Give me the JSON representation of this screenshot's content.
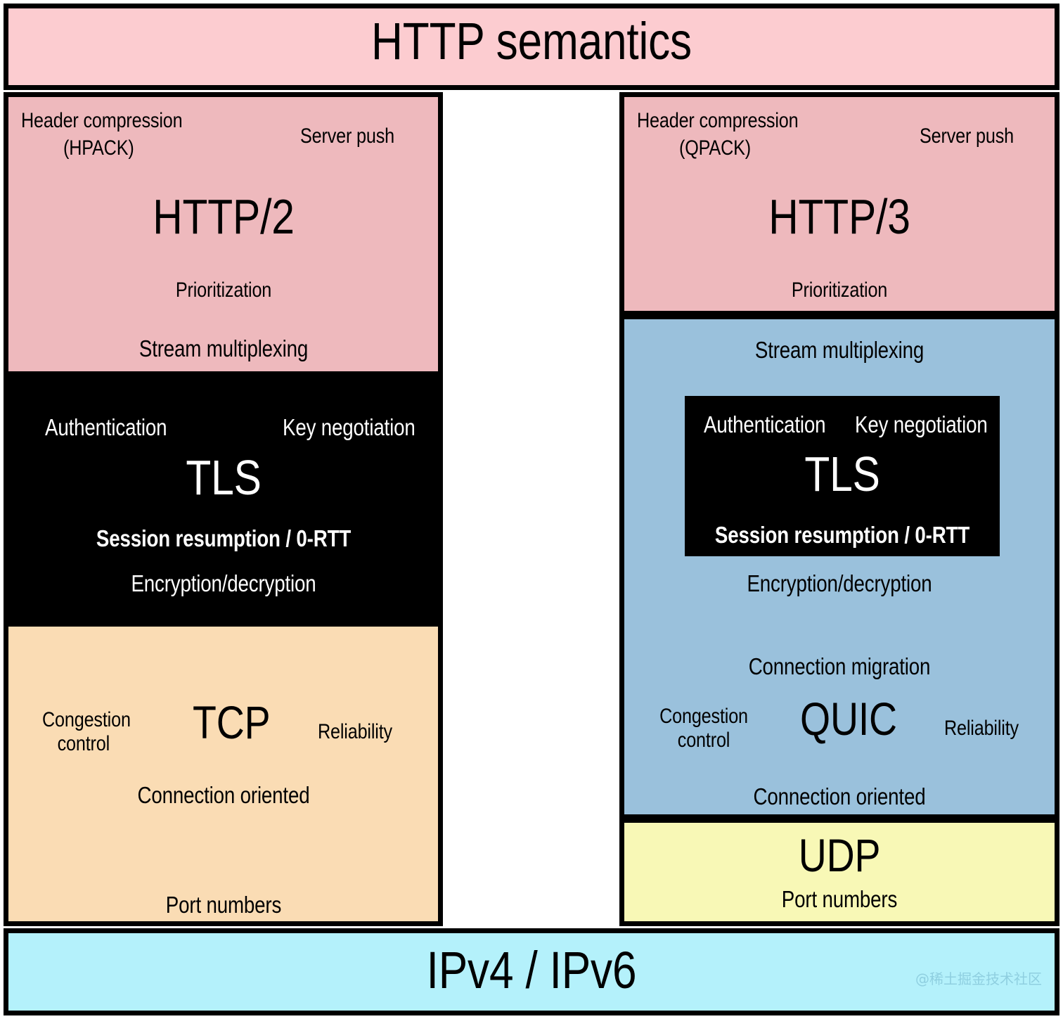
{
  "banner": {
    "title": "HTTP semantics"
  },
  "left_stack": {
    "name": "http2-stack",
    "layers": [
      {
        "key": "http2",
        "title": "HTTP/2",
        "color": "#eeb9bd",
        "features": [
          "Header compression",
          "(HPACK)",
          "Server push",
          "Prioritization",
          "Stream multiplexing"
        ]
      },
      {
        "key": "tls",
        "title": "TLS",
        "color": "#000000",
        "features": [
          "Authentication",
          "Key negotiation",
          "Session resumption / 0-RTT",
          "Encryption/decryption"
        ]
      },
      {
        "key": "tcp",
        "title": "TCP",
        "color": "#fadcb4",
        "features": [
          "Congestion",
          "control",
          "Reliability",
          "Connection oriented",
          "Port numbers"
        ]
      }
    ]
  },
  "right_stack": {
    "name": "http3-stack",
    "layers": [
      {
        "key": "http3",
        "title": "HTTP/3",
        "color": "#eeb9bd",
        "features": [
          "Header compression",
          "(QPACK)",
          "Server push",
          "Prioritization"
        ]
      },
      {
        "key": "quic",
        "title": "QUIC",
        "color": "#9ac1dc",
        "features": [
          "Stream multiplexing",
          "Encryption/decryption",
          "Connection migration",
          "Congestion",
          "control",
          "Reliability",
          "Connection oriented"
        ],
        "nested": {
          "key": "tls",
          "title": "TLS",
          "color": "#000000",
          "features": [
            "Authentication",
            "Key negotiation",
            "Session resumption / 0-RTT"
          ]
        }
      },
      {
        "key": "udp",
        "title": "UDP",
        "color": "#f8f8b6",
        "features": [
          "Port numbers"
        ]
      }
    ]
  },
  "footer": {
    "title": "IPv4  / IPv6",
    "color": "#b4f1fb",
    "watermark": "@稀土掘金技术社区"
  },
  "left_labels": {
    "h2_header_compression": "Header compression",
    "h2_hpack": "(HPACK)",
    "h2_server_push": "Server push",
    "h2_title": "HTTP/2",
    "h2_prioritization": "Prioritization",
    "h2_stream_multiplexing": "Stream multiplexing",
    "tls_authentication": "Authentication",
    "tls_key_negotiation": "Key negotiation",
    "tls_title": "TLS",
    "tls_session_resumption": "Session resumption / 0-RTT",
    "tls_encryption": "Encryption/decryption",
    "tcp_congestion": "Congestion",
    "tcp_control": "control",
    "tcp_title": "TCP",
    "tcp_reliability": "Reliability",
    "tcp_connection_oriented": "Connection oriented",
    "tcp_port_numbers": "Port numbers"
  },
  "right_labels": {
    "h3_header_compression": "Header compression",
    "h3_qpack": "(QPACK)",
    "h3_server_push": "Server push",
    "h3_title": "HTTP/3",
    "h3_prioritization": "Prioritization",
    "quic_stream_multiplexing": "Stream multiplexing",
    "tls_authentication": "Authentication",
    "tls_key_negotiation": "Key negotiation",
    "tls_title": "TLS",
    "tls_session_resumption": "Session resumption / 0-RTT",
    "quic_encryption": "Encryption/decryption",
    "quic_connection_migration": "Connection migration",
    "quic_congestion": "Congestion",
    "quic_control": "control",
    "quic_title": "QUIC",
    "quic_reliability": "Reliability",
    "quic_connection_oriented": "Connection oriented",
    "udp_title": "UDP",
    "udp_port_numbers": "Port numbers"
  }
}
